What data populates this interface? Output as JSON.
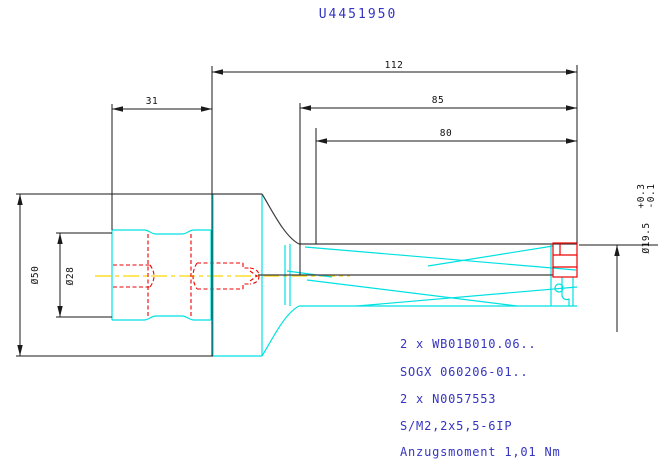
{
  "title": "U4451950",
  "dimensions": {
    "length_112": "112",
    "length_85": "85",
    "length_80": "80",
    "length_31": "31",
    "dia_50": "Ø50",
    "dia_28": "Ø28",
    "dia_19_5": "Ø19.5",
    "tol_upper": "+0.3",
    "tol_lower": "-0.1"
  },
  "notes": {
    "lines": [
      "2 x WB01B010.06..",
      "SOGX 060206-01..",
      "2 x N0057553",
      "S/M2,2x5,5-6IP",
      "Anzugsmoment 1,01 Nm"
    ]
  },
  "colors": {
    "outline_cyan": "#00E1E1",
    "hidden_red": "#EE0000",
    "centerline_yellow": "#FFD800",
    "contour_dark": "#3F3F3F",
    "dimension_black": "#1A1A1A",
    "text_blue": "#3535C3"
  }
}
